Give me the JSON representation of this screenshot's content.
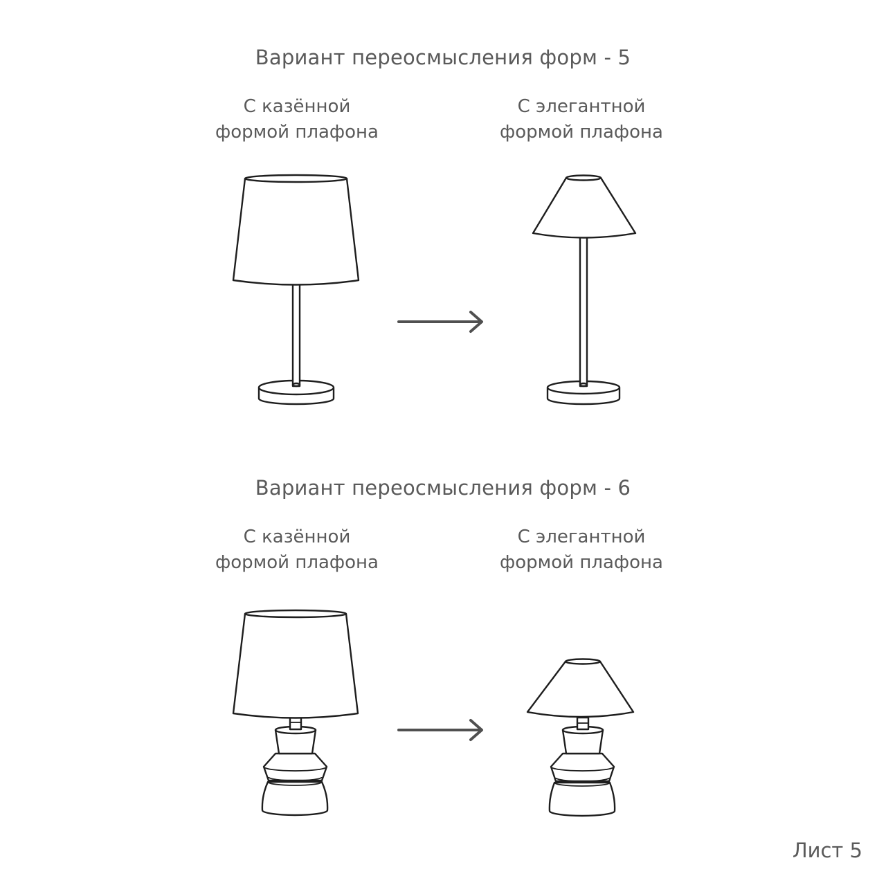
{
  "sections": [
    {
      "title": "Вариант переосмысления форм - 5",
      "left_caption": [
        "С казённой",
        "формой плафона"
      ],
      "right_caption": [
        "С элегантной",
        "формой плафона"
      ]
    },
    {
      "title": "Вариант переосмысления форм - 6",
      "left_caption": [
        "С казённой",
        "формой плафона"
      ],
      "right_caption": [
        "С элегантной",
        "формой плафона"
      ]
    }
  ],
  "sheet_label": "Лист 5"
}
